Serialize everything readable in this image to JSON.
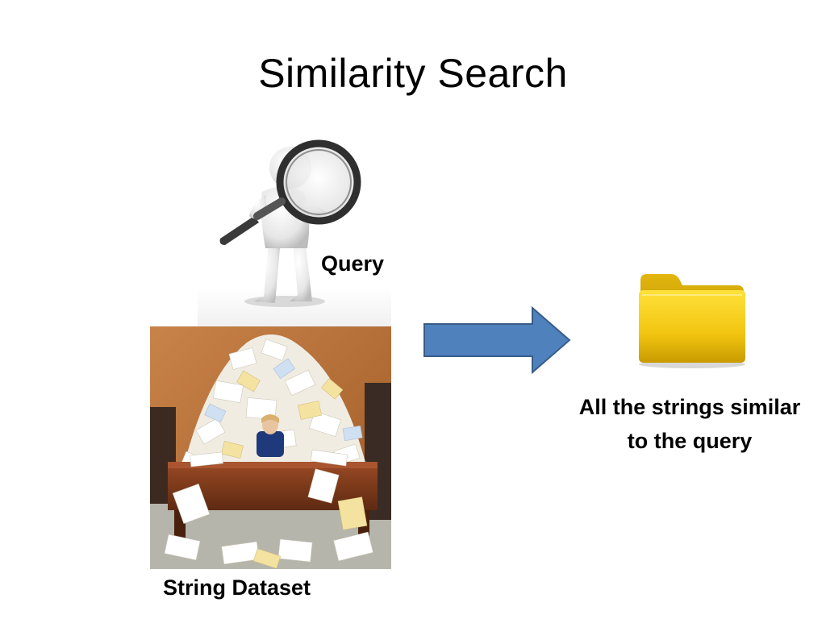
{
  "slide": {
    "title": "Similarity Search",
    "query_label": "Query",
    "dataset_label": "String Dataset",
    "result_label_line1": "All the strings similar",
    "result_label_line2": "to the query"
  },
  "icons": {
    "person": "person-with-magnifier-icon",
    "dataset": "paper-pile-photo",
    "arrow": "right-arrow-icon",
    "result": "folder-icon"
  },
  "colors": {
    "arrow_fill": "#4F81BD",
    "arrow_stroke": "#385D8A",
    "folder_front": "#F2C511",
    "folder_back": "#C9A200"
  }
}
